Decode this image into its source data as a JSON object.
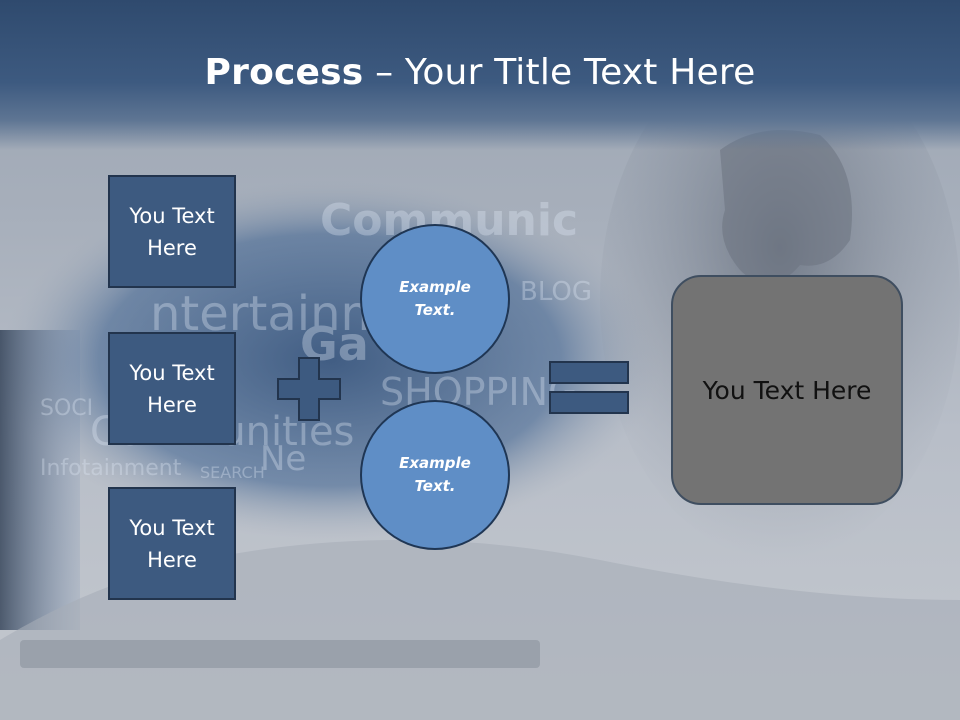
{
  "slide": {
    "title_bold": "Process",
    "title_rest": " – Your Title Text Here"
  },
  "left_boxes": [
    {
      "label": "You Text Here"
    },
    {
      "label": "You Text Here"
    },
    {
      "label": "You Text Here"
    }
  ],
  "circles": [
    {
      "label": "Example Text."
    },
    {
      "label": "Example Text."
    }
  ],
  "result_box": {
    "label": "You Text Here"
  },
  "icons": {
    "operator_plus": "plus-icon",
    "operator_equals": "equals-icon"
  },
  "colors": {
    "header": "#3d5a80",
    "box_fill": "#3d5a80",
    "circle_fill": "#5f8ec6",
    "result_fill": "#737373",
    "operator_fill": "#3d5a80"
  }
}
